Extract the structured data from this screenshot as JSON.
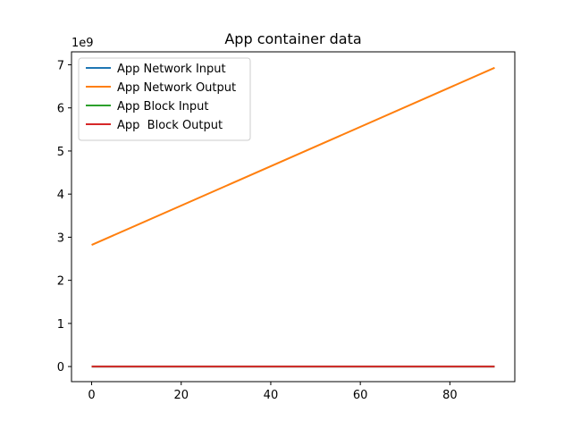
{
  "chart_data": {
    "type": "line",
    "title": "App container data",
    "xlabel": "",
    "ylabel": "",
    "y_offset_label": "1e9",
    "xlim": [
      -4.5,
      94.5
    ],
    "ylim": [
      -0.35,
      7.3
    ],
    "x_ticks": [
      0,
      20,
      40,
      60,
      80
    ],
    "x_tick_labels": [
      "0",
      "20",
      "40",
      "60",
      "80"
    ],
    "y_ticks": [
      0,
      1,
      2,
      3,
      4,
      5,
      6,
      7
    ],
    "y_tick_labels": [
      "0",
      "1",
      "2",
      "3",
      "4",
      "5",
      "6",
      "7"
    ],
    "grid": false,
    "legend_position": "upper-left",
    "series": [
      {
        "name": "App Network Input",
        "color": "#1f77b4",
        "x": [
          0,
          90
        ],
        "y": [
          0.0,
          0.0
        ]
      },
      {
        "name": "App Network Output",
        "color": "#ff7f0e",
        "x": [
          0,
          90
        ],
        "y": [
          2.82,
          6.93
        ]
      },
      {
        "name": "App Block Input",
        "color": "#2ca02c",
        "x": [
          0,
          90
        ],
        "y": [
          0.0,
          0.0
        ]
      },
      {
        "name": "App  Block Output",
        "color": "#d62728",
        "x": [
          0,
          90
        ],
        "y": [
          0.0,
          0.0
        ]
      }
    ]
  }
}
